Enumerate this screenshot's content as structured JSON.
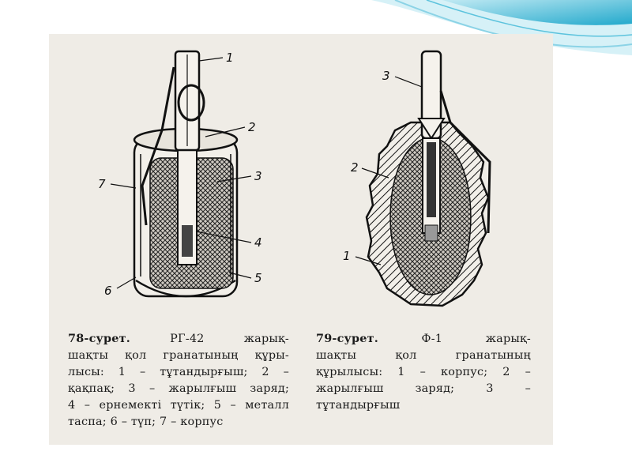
{
  "figures": {
    "left": {
      "callouts": [
        "1",
        "2",
        "3",
        "7",
        "4",
        "5",
        "6"
      ],
      "caption": {
        "number": "78-сурет.",
        "lines": [
          "РГ-42 жарық-",
          "шақты қол гранатының құры-",
          "лысы: 1 – тұтандырғыш; 2 –",
          "қақпақ; 3 – жарылғыш заряд;",
          "4 – ернемекті түтік; 5 – металл",
          "таспа; 6 – түп; 7 – корпус"
        ]
      }
    },
    "right": {
      "callouts": [
        "3",
        "2",
        "1"
      ],
      "caption": {
        "number": "79-сурет.",
        "lines": [
          "Ф-1 жарық-",
          "шақты қол гранатының",
          "құрылысы: 1 – корпус; 2 –",
          "жарылғыш заряд; 3 –",
          "тұтандырғыш"
        ]
      }
    }
  },
  "colors": {
    "accent": "#2fb6d4",
    "paper": "#efece6",
    "ink": "#1a1a1a"
  }
}
